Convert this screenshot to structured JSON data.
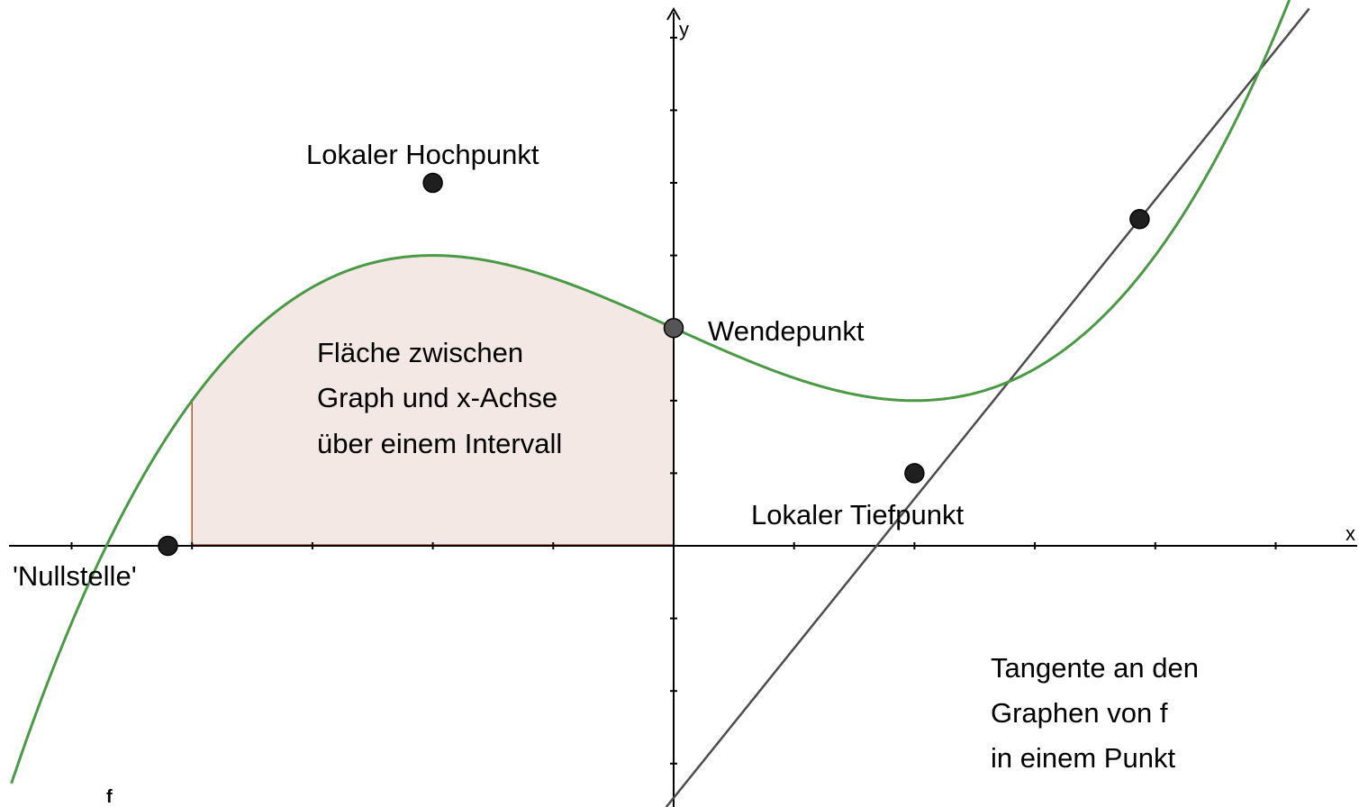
{
  "colors": {
    "curve": "#4a9a45",
    "curve_dark": "#2f6b26",
    "area_fill": "#f3e8e4",
    "area_edge": "#b5532e",
    "tangent": "#4d4d4d",
    "axis": "#000000",
    "point": "#1f1f1f",
    "inflection_point": "#555555"
  },
  "axes": {
    "x_label": "x",
    "y_label": "y",
    "x_range": [
      -5.5,
      5.7
    ],
    "y_range": [
      -3.6,
      7.4
    ]
  },
  "function": {
    "name": "f",
    "type": "cubic",
    "coefficients": {
      "a3": 0.0625,
      "a2": 0,
      "a1": -0.75,
      "a0": 3
    }
  },
  "points": {
    "maximum": {
      "x": -2,
      "y": 5,
      "label": "Lokaler Hochpunkt"
    },
    "minimum": {
      "x": 2,
      "y": 1,
      "label": "Lokaler Tiefpunkt"
    },
    "inflection": {
      "x": 0,
      "y": 3,
      "label": "Wendepunkt"
    },
    "root": {
      "x": -4.2,
      "y": 0,
      "label": "'Nullstelle'"
    },
    "tangent_point": {
      "x": 3.87,
      "y": 4.5
    }
  },
  "area": {
    "from_x": -4,
    "to_x": 0,
    "label_lines": [
      "Fläche zwischen",
      "Graph und x-Achse",
      "über einem Intervall"
    ]
  },
  "tangent": {
    "slope": 2.06,
    "label_lines": [
      "Tangente an den",
      "Graphen von f",
      "in einem Punkt"
    ]
  }
}
